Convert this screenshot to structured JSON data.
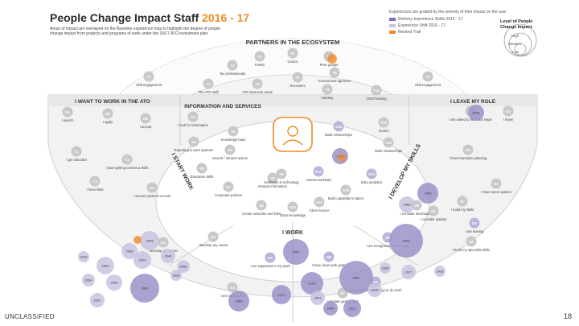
{
  "title": {
    "main": "People Change Impact Staff ",
    "accent": "2016 - 17"
  },
  "intro": "Areas of impact are overlayed on the Baseline experience map to highlight the degree of people change impact from projects and programs of work under the 16/17 ATO investment plan",
  "legend": {
    "header": "Experiences are graded by the severity of their impact on the user",
    "items": [
      {
        "label": "Delivery Experience Shifts 2016 - 17",
        "color": "#7e6fb8"
      },
      {
        "label": "Experience Shift 2016 - 17",
        "color": "#c9c2e0"
      },
      {
        "label": "Related Trait",
        "color": "#f08a24"
      }
    ],
    "level_title": "Level of People Change Impact",
    "levels": [
      "High",
      "Medium",
      "Low"
    ]
  },
  "sections": {
    "partners": "PARTNERS IN THE ECOSYSTEM",
    "want_to_work": "I WANT TO WORK IN THE ATO",
    "leave": "I LEAVE MY ROLE",
    "info": "INFORMATION AND SERVICES",
    "start": "I START WORK",
    "develop": "I DEVELOP MY SKILLS",
    "work": "I WORK"
  },
  "nodes": [
    {
      "id": "T1",
      "text": "The ATO staff"
    },
    {
      "id": "T2",
      "text": "Tax professionals"
    },
    {
      "id": "T3",
      "text": "Family"
    },
    {
      "id": "T4",
      "text": "ATO business areas"
    },
    {
      "id": "T5",
      "text": "Unions"
    },
    {
      "id": "T6",
      "text": "Recruiters"
    },
    {
      "id": "T7",
      "text": "Peer groups"
    },
    {
      "id": "T8",
      "text": "Government agencies"
    },
    {
      "id": "T9",
      "text": "Industry"
    },
    {
      "id": "T10",
      "text": "CEO/Training"
    },
    {
      "id": "A1",
      "text": "Skill engagement"
    },
    {
      "id": "A2",
      "text": "Skill engagement"
    },
    {
      "id": "B1",
      "text": "I search"
    },
    {
      "id": "B2",
      "text": "I apply"
    },
    {
      "id": "B3",
      "text": "I accept"
    },
    {
      "id": "C1",
      "text": "I get inducted"
    },
    {
      "id": "C2",
      "text": "I start getting current & skills"
    },
    {
      "id": "C3",
      "text": "I have links"
    },
    {
      "id": "C4",
      "text": "I access systems & tools"
    },
    {
      "id": "S1",
      "text": "I look for information"
    },
    {
      "id": "S2",
      "text": "Knowledge base"
    },
    {
      "id": "S3",
      "text": "Reporting & work systems"
    },
    {
      "id": "S4",
      "text": "Search / intranet advice"
    },
    {
      "id": "S5",
      "text": "Education skills"
    },
    {
      "id": "S6",
      "text": "Intranet information"
    },
    {
      "id": "S7",
      "text": "Corporate policies"
    },
    {
      "id": "S8",
      "text": "Create networks and links"
    },
    {
      "id": "S9",
      "text": "Hardware & technology"
    },
    {
      "id": "S10",
      "text": "Share knowledge"
    },
    {
      "id": "S11",
      "text": "Client service"
    },
    {
      "id": "S12",
      "text": "Assess workload"
    },
    {
      "id": "S13",
      "text": "Build capability to talent"
    },
    {
      "id": "S14",
      "text": "Data analytics"
    },
    {
      "id": "S16",
      "text": "Build relationships"
    },
    {
      "id": "S18",
      "text": "Work relationships"
    },
    {
      "id": "S19",
      "text": "Alumni"
    },
    {
      "id": "D1",
      "text": "I develop my career"
    },
    {
      "id": "D2",
      "text": "I develop my career"
    },
    {
      "id": "D3",
      "text": "I am supported in my work"
    },
    {
      "id": "D4",
      "text": "I see workspace"
    },
    {
      "id": "D5",
      "text": "I have clear work goals"
    },
    {
      "id": "D6",
      "text": "I use tools & technology to do work"
    },
    {
      "id": "D7",
      "text": "I provide quality work"
    },
    {
      "id": "D8",
      "text": "I am recognised for my work"
    },
    {
      "id": "D9",
      "text": "I consider alternatives"
    },
    {
      "id": "E1",
      "text": "I consider options"
    },
    {
      "id": "E2",
      "text": "I am leaving"
    },
    {
      "id": "E3",
      "text": "I leave"
    },
    {
      "id": "E4",
      "text": "I am asked to find next steps"
    },
    {
      "id": "E5",
      "text": "I have transition planning"
    },
    {
      "id": "E6",
      "text": "I have some options"
    },
    {
      "id": "E7",
      "text": "I build my skills"
    },
    {
      "id": "E8",
      "text": "I build my specialist skills"
    }
  ],
  "bubble_codes": [
    "2036",
    "2053",
    "2054",
    "2045",
    "2069",
    "2037",
    "2044",
    "2049",
    "2068",
    "2024",
    "2100",
    "2065",
    "2101",
    "2002",
    "2103",
    "2057",
    "2004",
    "2023",
    "2110",
    "2025",
    "2027",
    "2050",
    "2063",
    "2035",
    "2032",
    "2040",
    "2001",
    "2005",
    "2026"
  ],
  "footer": "UNCLASSIFIED",
  "page": "18"
}
